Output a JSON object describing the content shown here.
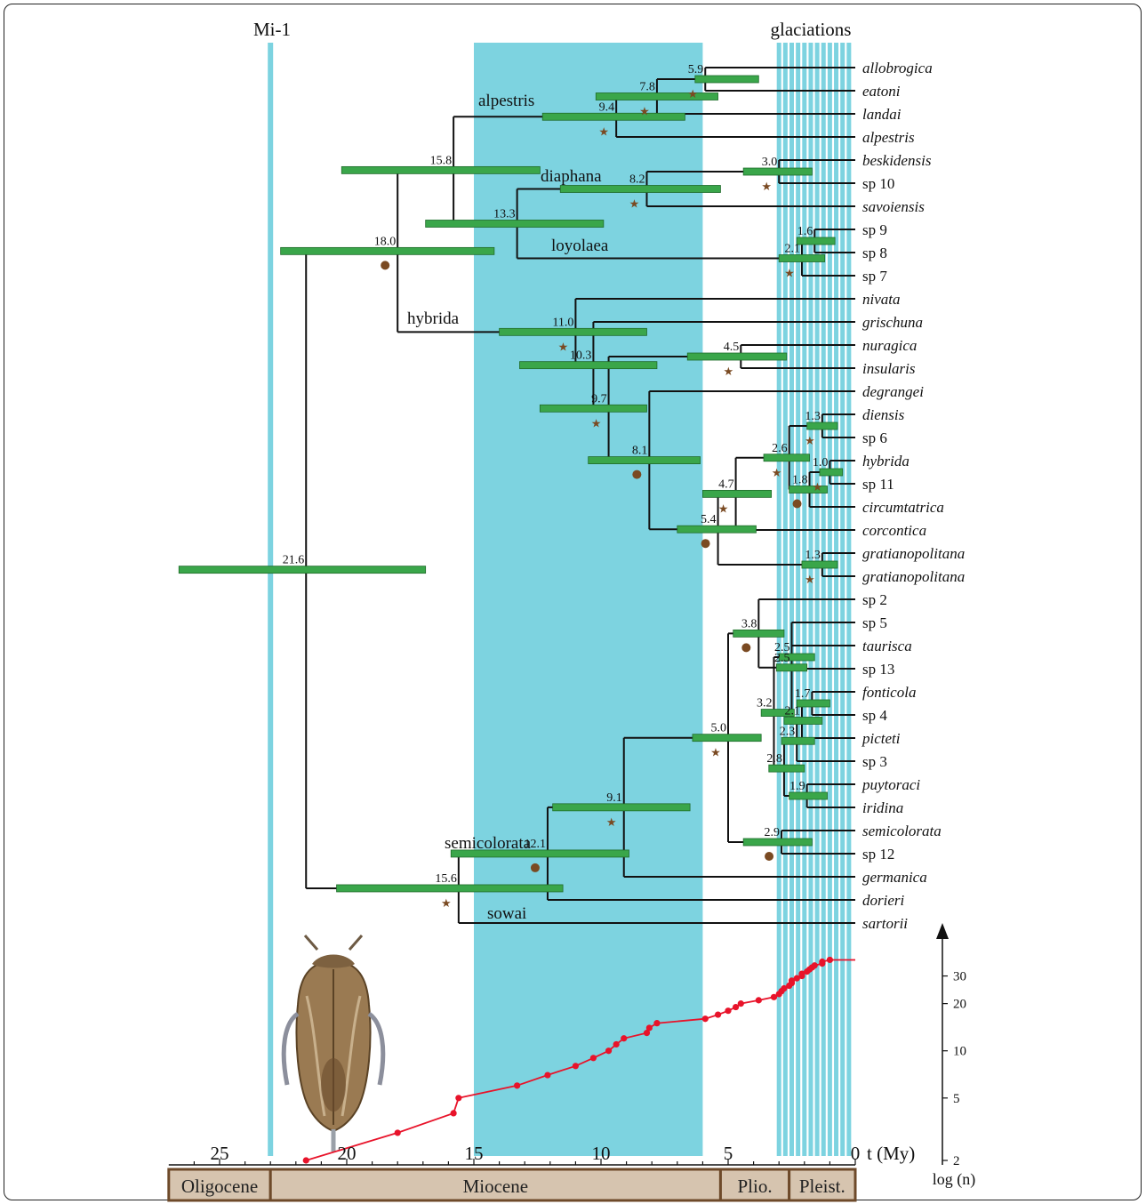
{
  "labels": {
    "mi1": "Mi-1",
    "glaciations": "glaciations",
    "time_unit": "t (My)",
    "log_label": "log (n)"
  },
  "colors": {
    "band": "#7dd3e0",
    "hpd": "#3aa64a",
    "branch": "#111111",
    "ltt": "#e8132a",
    "era": "#d6c4af",
    "era_border": "#6e4a2a",
    "marker": "#7a4a22"
  },
  "axis": {
    "ticks": [
      "25",
      "20",
      "15",
      "10",
      "5",
      "0"
    ],
    "tick_values": [
      25,
      20,
      15,
      10,
      5,
      0
    ],
    "log_ticks": [
      "30",
      "20",
      "10",
      "5",
      "2"
    ],
    "log_values": [
      30,
      20,
      10,
      5,
      2
    ]
  },
  "epochs": [
    {
      "name": "Oligocene",
      "from": 27,
      "to": 23
    },
    {
      "name": "Miocene",
      "from": 23,
      "to": 5.3
    },
    {
      "name": "Plio.",
      "from": 5.3,
      "to": 2.6
    },
    {
      "name": "Pleist.",
      "from": 2.6,
      "to": 0
    }
  ],
  "climate_events": {
    "mi1": 23,
    "miocene_band": [
      15,
      6
    ],
    "glaciations": [
      3.0,
      2.75,
      2.5,
      2.25,
      2.0,
      1.75,
      1.5,
      1.25,
      1.0,
      0.75,
      0.5,
      0.25
    ]
  },
  "taxa": [
    "allobrogica",
    "eatoni",
    "landai",
    "alpestris",
    "beskidensis",
    "sp 10",
    "savoiensis",
    "sp 9",
    "sp 8",
    "sp 7",
    "nivata",
    "grischuna",
    "nuragica",
    "insularis",
    "degrangei",
    "diensis",
    "sp 6",
    "hybrida",
    "sp 11",
    "circumtatrica",
    "corcontica",
    "gratianopolitana",
    "gratianopolitana",
    "sp 2",
    "sp 5",
    "taurisca",
    "sp 13",
    "fonticola",
    "sp 4",
    "picteti",
    "sp 3",
    "puytoraci",
    "iridina",
    "semicolorata",
    "sp 12",
    "germanica",
    "dorieri",
    "sartorii"
  ],
  "taxa_italic": [
    true,
    true,
    true,
    true,
    true,
    false,
    true,
    false,
    false,
    false,
    true,
    true,
    true,
    true,
    true,
    true,
    false,
    true,
    false,
    true,
    true,
    true,
    true,
    false,
    false,
    true,
    false,
    true,
    false,
    true,
    false,
    true,
    true,
    true,
    false,
    true,
    true,
    true
  ],
  "groups": [
    "alpestris",
    "diaphana",
    "loyolaea",
    "hybrida",
    "semicolorata",
    "sowai"
  ],
  "nodes": [
    {
      "id": "N215",
      "age": 5.9,
      "label": "5.9",
      "hpd": [
        6.3,
        3.8
      ],
      "m": "star"
    },
    {
      "id": "N25",
      "age": 7.8,
      "label": "7.8",
      "hpd": [
        10.2,
        5.4
      ],
      "m": "star"
    },
    {
      "id": "N3",
      "age": 9.4,
      "label": "9.4",
      "hpd": [
        12.3,
        6.7
      ],
      "m": "star"
    },
    {
      "id": "N56",
      "age": 3.0,
      "label": "3.0",
      "hpd": [
        4.4,
        1.7
      ],
      "m": "star"
    },
    {
      "id": "N57",
      "age": 8.2,
      "label": "8.2",
      "hpd": [
        11.6,
        5.3
      ],
      "m": "star"
    },
    {
      "id": "N89",
      "age": 1.6,
      "label": "1.6",
      "hpd": [
        2.3,
        0.8
      ],
      "m": ""
    },
    {
      "id": "N810",
      "age": 2.1,
      "label": "2.1",
      "hpd": [
        3.0,
        1.2
      ],
      "m": "star"
    },
    {
      "id": "N1314",
      "age": 4.5,
      "label": "4.5",
      "hpd": [
        6.6,
        2.7
      ],
      "m": "star"
    },
    {
      "id": "N1617",
      "age": 1.3,
      "label": "1.3",
      "hpd": [
        1.9,
        0.7
      ],
      "m": "star"
    },
    {
      "id": "N1819",
      "age": 1.0,
      "label": "1.0",
      "hpd": [
        1.4,
        0.5
      ],
      "m": "star"
    },
    {
      "id": "N1820",
      "age": 1.8,
      "label": "1.8",
      "hpd": [
        2.6,
        1.1
      ],
      "m": "dot"
    },
    {
      "id": "N1620",
      "age": 2.6,
      "label": "2.6",
      "hpd": [
        3.6,
        1.8
      ],
      "m": "star"
    },
    {
      "id": "N1621",
      "age": 4.7,
      "label": "4.7",
      "hpd": [
        6.0,
        3.3
      ],
      "m": "star"
    },
    {
      "id": "N2223",
      "age": 1.3,
      "label": "1.3",
      "hpd": [
        2.1,
        0.7
      ],
      "m": "star"
    },
    {
      "id": "N1623",
      "age": 5.4,
      "label": "5.4",
      "hpd": [
        7.0,
        3.9
      ],
      "m": "dot"
    },
    {
      "id": "N1523",
      "age": 8.1,
      "label": "8.1",
      "hpd": [
        10.5,
        6.1
      ],
      "m": "dot"
    },
    {
      "id": "N1323",
      "age": 9.7,
      "label": "9.7",
      "hpd": [
        12.4,
        8.2
      ],
      "m": "star"
    },
    {
      "id": "N1223",
      "age": 10.3,
      "label": "10.3",
      "hpd": [
        13.2,
        7.8
      ],
      "m": ""
    },
    {
      "id": "N1123",
      "age": 11.0,
      "label": "11.0",
      "hpd": [
        14.0,
        8.2
      ],
      "m": "star"
    },
    {
      "id": "N2627",
      "age": 2.5,
      "label": "2.5",
      "hpd": [
        3.0,
        1.6
      ],
      "m": ""
    },
    {
      "id": "N2829",
      "age": 1.7,
      "label": "1.7",
      "hpd": [
        2.3,
        1.0
      ],
      "m": ""
    },
    {
      "id": "N2831",
      "age": 2.1,
      "label": "2.1",
      "hpd": [
        2.8,
        1.3
      ],
      "m": ""
    },
    {
      "id": "N2731",
      "age": 2.3,
      "label": "2.3",
      "hpd": [
        2.9,
        1.6
      ],
      "m": ""
    },
    {
      "id": "N3233",
      "age": 1.9,
      "label": "1.9",
      "hpd": [
        2.6,
        1.1
      ],
      "m": ""
    },
    {
      "id": "N2733",
      "age": 2.8,
      "label": "2.8",
      "hpd": [
        3.4,
        2.0
      ],
      "m": ""
    },
    {
      "id": "N2633",
      "age": 3.2,
      "label": "3.2",
      "hpd": [
        3.7,
        2.4
      ],
      "m": ""
    },
    {
      "id": "N2533",
      "age": 2.5,
      "label": "2.5",
      "hpd": [
        3.1,
        1.9
      ],
      "m": ""
    },
    {
      "id": "N2433",
      "age": 3.8,
      "label": "3.8",
      "hpd": [
        4.8,
        2.8
      ],
      "m": "dot"
    },
    {
      "id": "N3435",
      "age": 2.9,
      "label": "2.9",
      "hpd": [
        4.4,
        1.7
      ],
      "m": "dot"
    },
    {
      "id": "N2435",
      "age": 5.0,
      "label": "5.0",
      "hpd": [
        6.4,
        3.7
      ],
      "m": "star"
    },
    {
      "id": "N2436",
      "age": 9.1,
      "label": "9.1",
      "hpd": [
        11.9,
        6.5
      ],
      "m": "star"
    },
    {
      "id": "N2437",
      "age": 12.1,
      "label": "12.1",
      "hpd": [
        15.9,
        8.9
      ],
      "m": "dot"
    },
    {
      "id": "N2438",
      "age": 15.6,
      "label": "15.6",
      "hpd": [
        20.4,
        11.5
      ],
      "m": "star"
    },
    {
      "id": "N27",
      "age": 13.3,
      "label": "13.3",
      "hpd": [
        16.9,
        9.9
      ],
      "m": ""
    },
    {
      "id": "N110",
      "age": 15.8,
      "label": "15.8",
      "hpd": [
        20.2,
        12.4
      ],
      "m": ""
    },
    {
      "id": "N123",
      "age": 18.0,
      "label": "18.0",
      "hpd": [
        22.6,
        14.2
      ],
      "m": "dot"
    },
    {
      "id": "ROOT",
      "age": 21.6,
      "label": "21.6",
      "hpd": [
        26.6,
        16.9
      ],
      "m": ""
    }
  ],
  "ltt": [
    [
      21.6,
      2
    ],
    [
      18.0,
      3
    ],
    [
      15.8,
      4
    ],
    [
      15.6,
      5
    ],
    [
      13.3,
      6
    ],
    [
      12.1,
      7
    ],
    [
      11.0,
      8
    ],
    [
      10.3,
      9
    ],
    [
      9.7,
      10
    ],
    [
      9.4,
      11
    ],
    [
      9.1,
      12
    ],
    [
      8.2,
      13
    ],
    [
      8.1,
      14
    ],
    [
      7.8,
      15
    ],
    [
      5.9,
      16
    ],
    [
      5.4,
      17
    ],
    [
      5.0,
      18
    ],
    [
      4.7,
      19
    ],
    [
      4.5,
      20
    ],
    [
      3.8,
      21
    ],
    [
      3.2,
      22
    ],
    [
      3.0,
      23
    ],
    [
      2.9,
      24
    ],
    [
      2.8,
      25
    ],
    [
      2.6,
      26
    ],
    [
      2.5,
      27
    ],
    [
      2.5,
      28
    ],
    [
      2.3,
      29
    ],
    [
      2.1,
      30
    ],
    [
      2.1,
      31
    ],
    [
      1.9,
      32
    ],
    [
      1.8,
      33
    ],
    [
      1.7,
      34
    ],
    [
      1.6,
      35
    ],
    [
      1.3,
      36
    ],
    [
      1.3,
      37
    ],
    [
      1.0,
      38
    ]
  ]
}
